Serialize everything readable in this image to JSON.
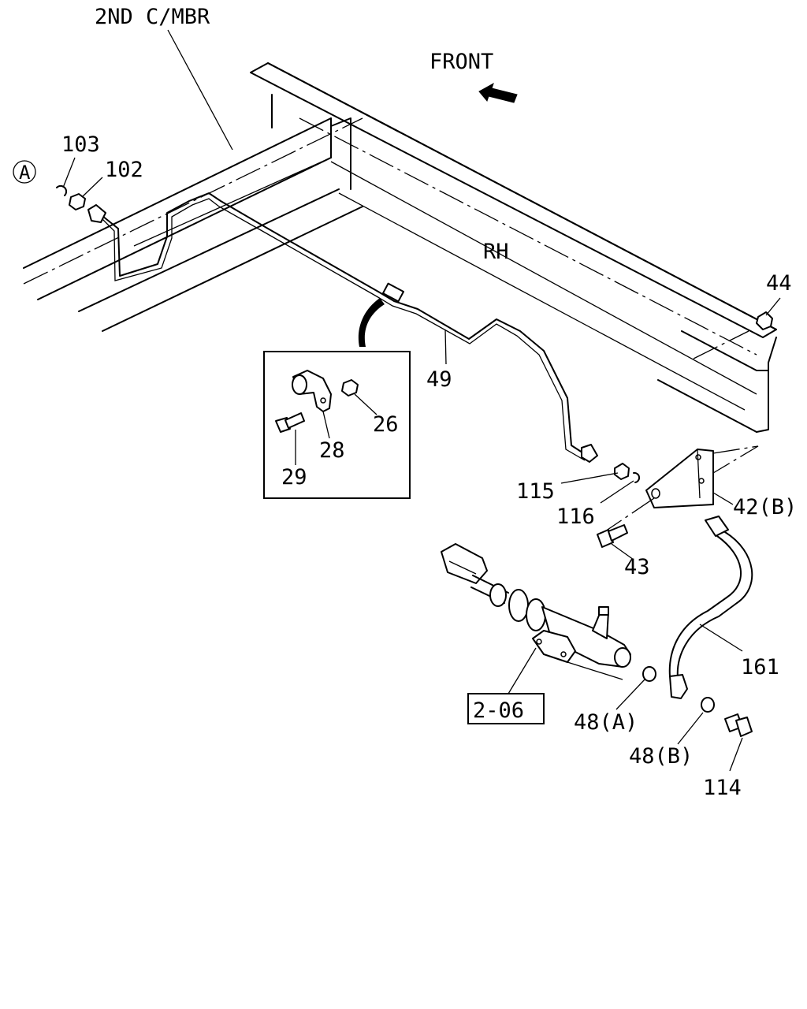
{
  "labels": {
    "cross_member": "2ND C/MBR",
    "front": "FRONT",
    "rh": "RH",
    "ref_a": "A",
    "p103": "103",
    "p102": "102",
    "p44": "44",
    "p49": "49",
    "p26": "26",
    "p28": "28",
    "p29": "29",
    "p115": "115",
    "p116": "116",
    "p42b": "42(B)",
    "p43": "43",
    "p161": "161",
    "p48a": "48(A)",
    "p48b": "48(B)",
    "p114": "114",
    "ref_206": "2-06"
  }
}
